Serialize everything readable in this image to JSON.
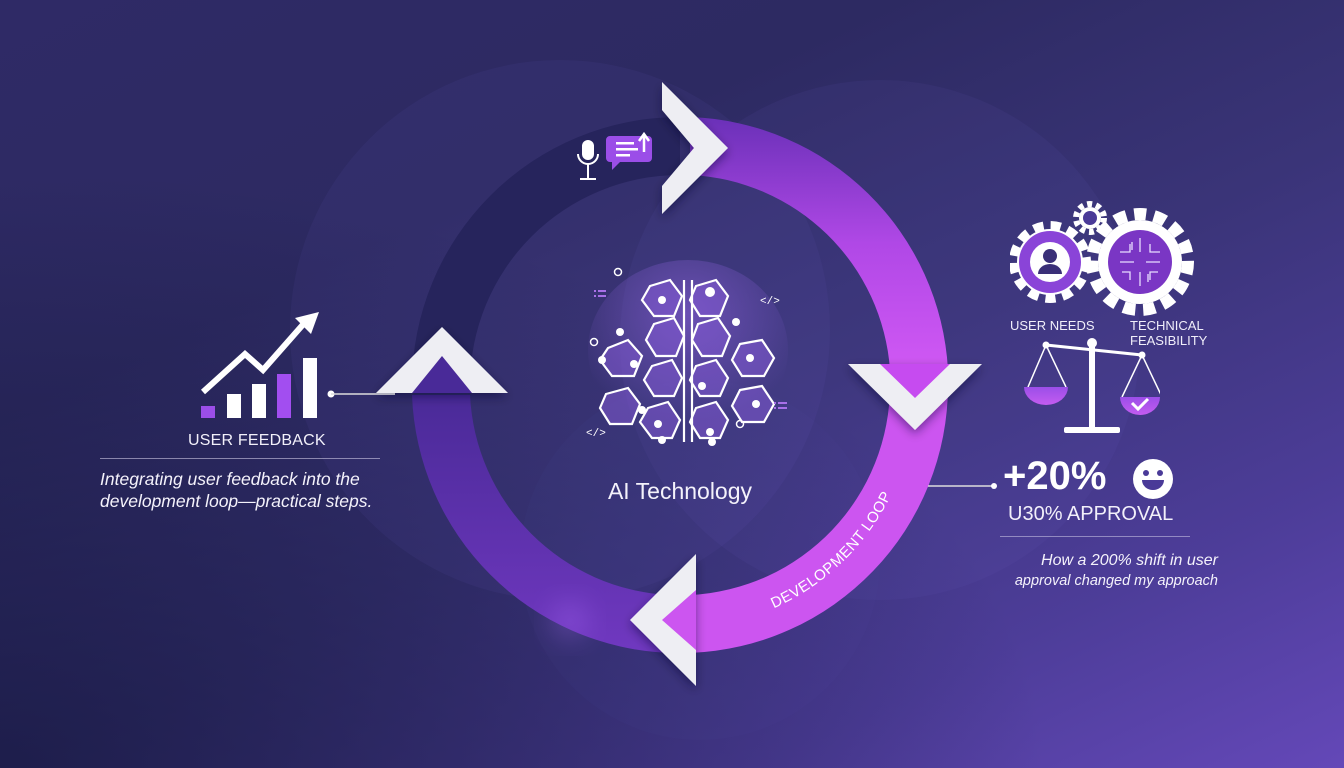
{
  "diagram": {
    "title": "AI Technology",
    "loop_label": "DEVELOPMENT LOOP",
    "colors": {
      "bg_dark": "#1e1f4a",
      "bg_mid": "#3a3478",
      "bg_light": "#6448b8",
      "ring_dark": "#26245c",
      "ring_purple": "#7a3cc8",
      "ring_magenta": "#cc55f0",
      "accent": "#9b4ee8",
      "arrow_white": "#f0f0f4"
    }
  },
  "left_panel": {
    "title": "USER FEEDBACK",
    "description_line1": "Integrating user feedback into the",
    "description_line2": "development loop—practical steps.",
    "icon": "bar-chart-rising-arrow-icon"
  },
  "top_icons": {
    "icons": [
      "microphone-icon",
      "chat-message-upload-icon"
    ]
  },
  "right_panel": {
    "balance_left_label": "USER NEEDS",
    "balance_right_label_line1": "TECHNICAL",
    "balance_right_label_line2": "FEASIBILITY",
    "icons": [
      "user-gear-icon",
      "circuit-gear-icon",
      "small-gear-icon",
      "balance-scale-icon"
    ],
    "stat_value": "+20%",
    "stat_icon": "smiley-face-icon",
    "stat_label": "U30% APPROVAL",
    "description_line1": "How a 200% shift in user",
    "description_line2": "approval changed my approach"
  },
  "center_icons": [
    "brain-network-icon",
    "code-tag-icon",
    "list-icon"
  ]
}
